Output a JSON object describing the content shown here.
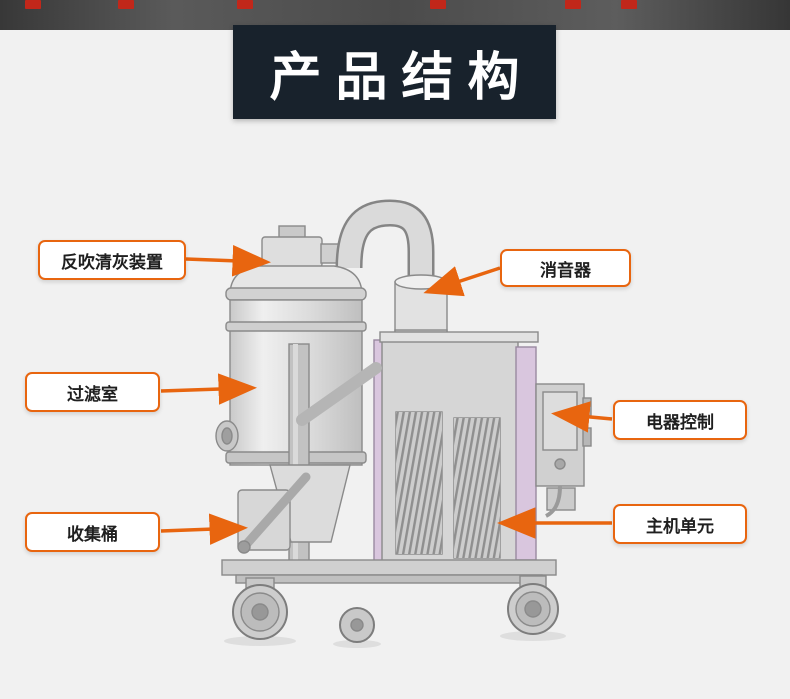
{
  "header": {
    "title": "产品结构"
  },
  "callouts": [
    {
      "label": "反吹清灰装置",
      "target": "back-blow-device",
      "side": "left"
    },
    {
      "label": "消音器",
      "target": "muffler",
      "side": "right"
    },
    {
      "label": "过滤室",
      "target": "filter-chamber",
      "side": "left"
    },
    {
      "label": "电器控制",
      "target": "electric-control",
      "side": "right"
    },
    {
      "label": "收集桶",
      "target": "collection-bucket",
      "side": "left"
    },
    {
      "label": "主机单元",
      "target": "main-unit",
      "side": "right"
    }
  ],
  "colors": {
    "accent_orange": "#e8650f",
    "title_bg": "#18222c",
    "title_text": "#ffffff",
    "page_bg": "#f1f1f1",
    "top_strip": "#4b4b4b",
    "red_mark": "#c1271a",
    "machine_panel_pink": "#d9c6de"
  }
}
